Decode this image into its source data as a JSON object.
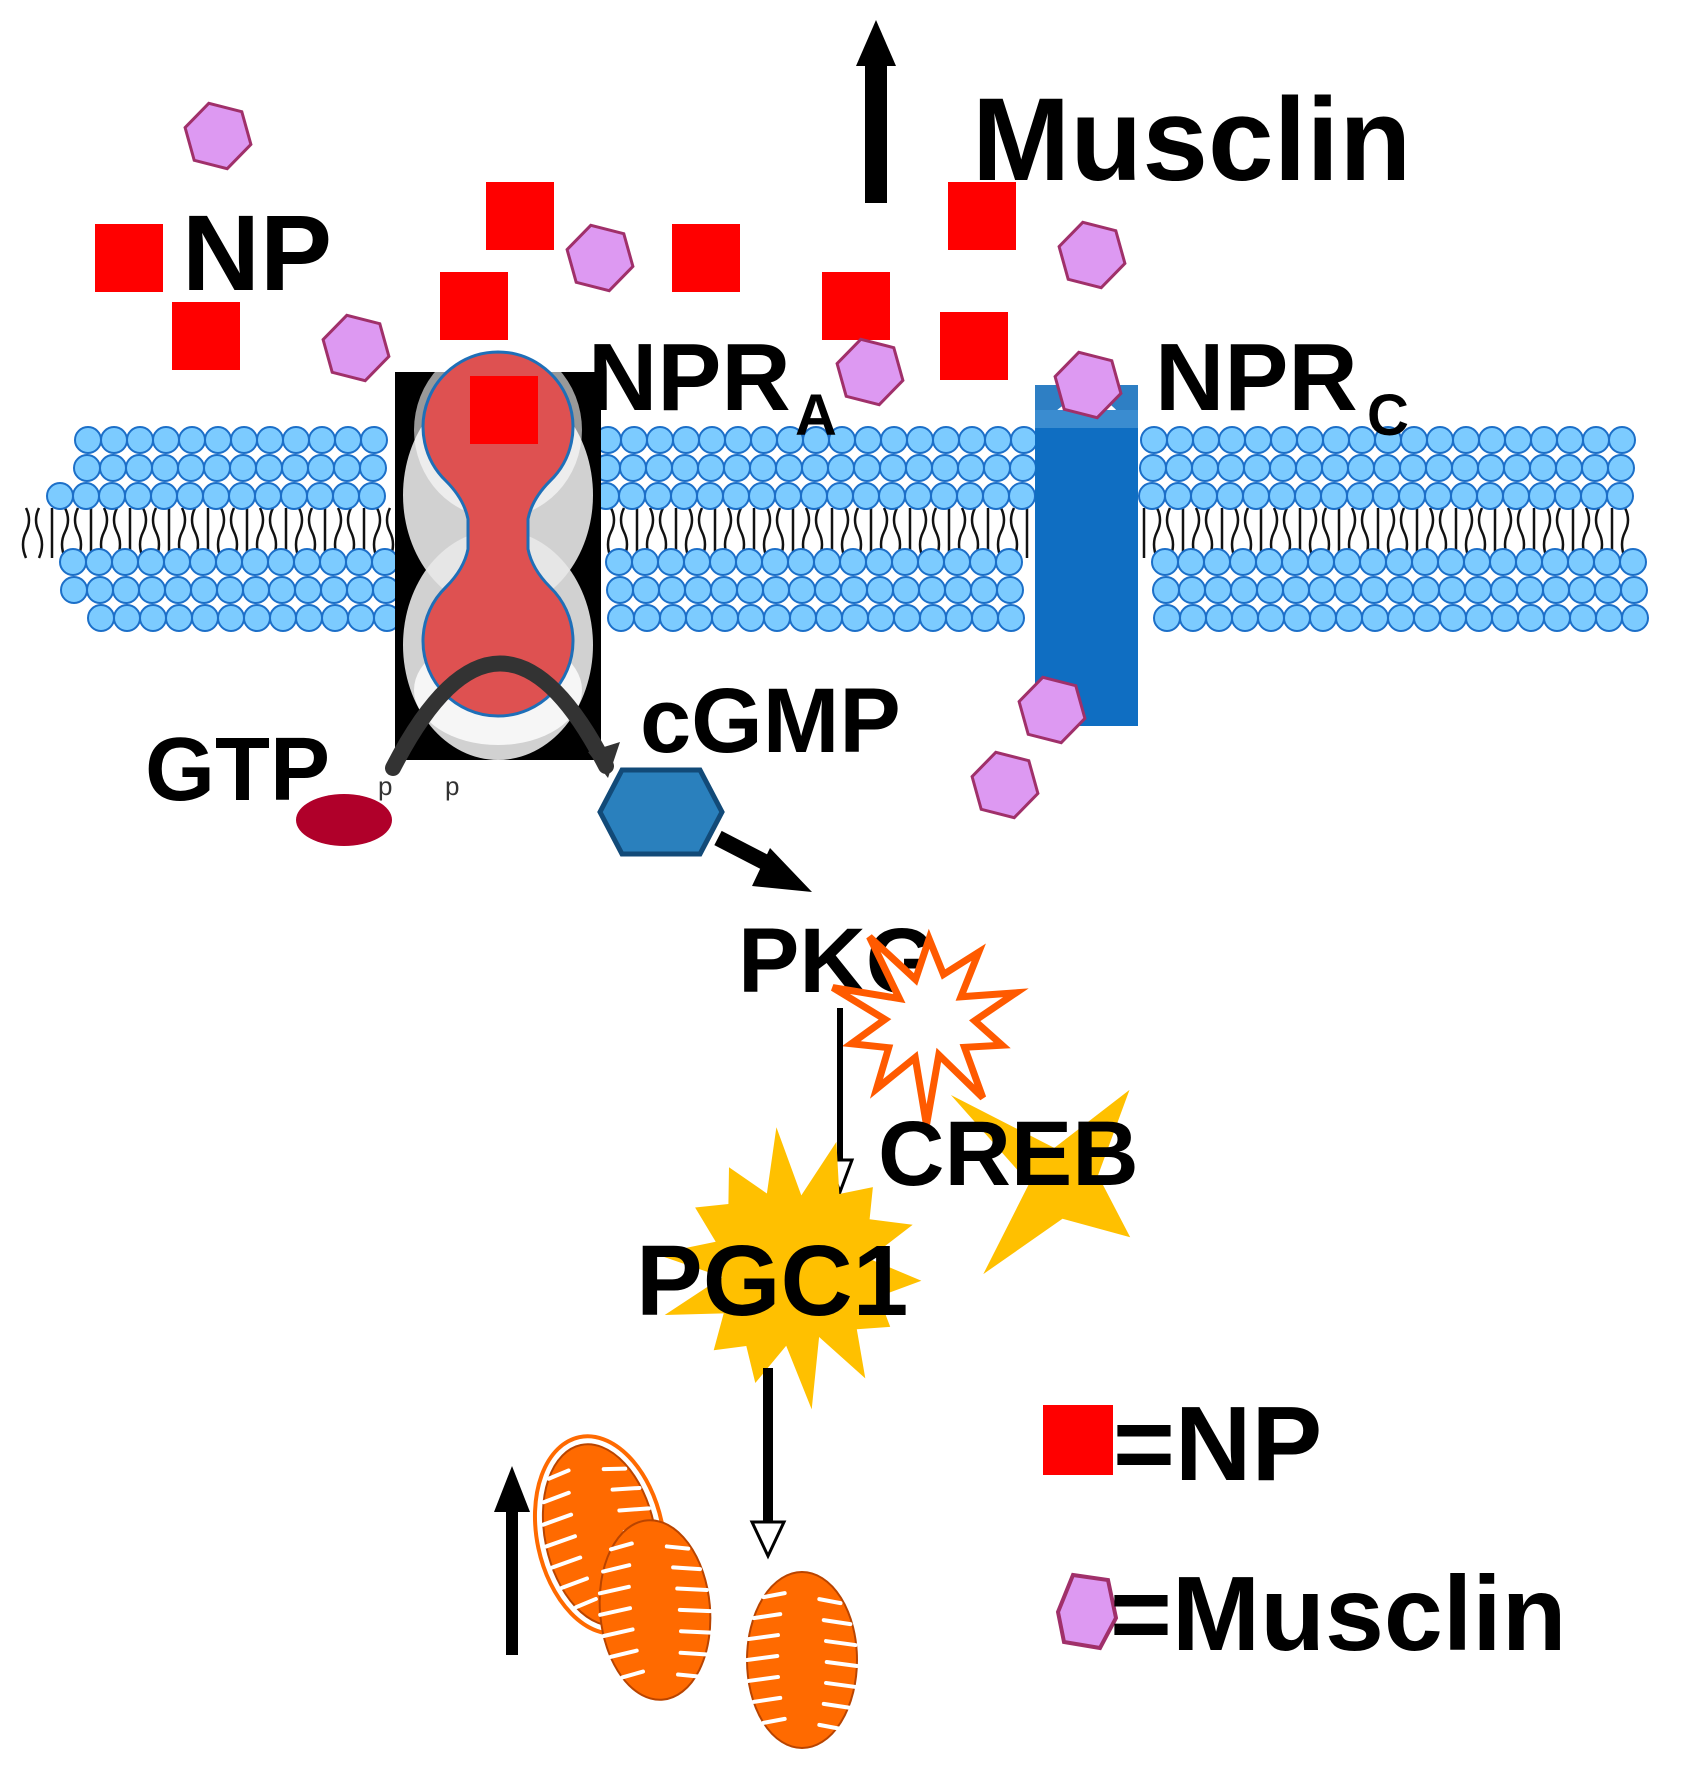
{
  "labels": {
    "musclin_top": "Musclin",
    "np_top": "NP",
    "npr_a": "NPR",
    "npr_a_sub": "A",
    "npr_c": "NPR",
    "npr_c_sub": "C",
    "gtp": "GTP",
    "gtp_p1": "p",
    "gtp_p2": "p",
    "cgmp": "cGMP",
    "pkg": "PKG",
    "creb": "CREB",
    "pgc1": "PGC1"
  },
  "legend": {
    "np": "=NP",
    "musclin": "=Musclin"
  },
  "colors": {
    "np_square": "#ff0000",
    "musclin_hexagon": "#dd99f2",
    "musclin_outline": "#a0306a",
    "lipid_head": "#7ccbff",
    "lipid_outline": "#1c6fc8",
    "npr_a_body": "#de5151",
    "npr_c_body": "#0f6ec2",
    "cgmp_hexagon": "#2a80bd",
    "gtp_oval": "#b0002a",
    "star": "#ffc000",
    "burst_outline": "#ff5a00",
    "mitochondria": "#ff6a00"
  },
  "icons": [
    "up-arrow-icon",
    "mitochondria-icon",
    "star-burst-icon",
    "hexagon-icon",
    "square-icon"
  ]
}
